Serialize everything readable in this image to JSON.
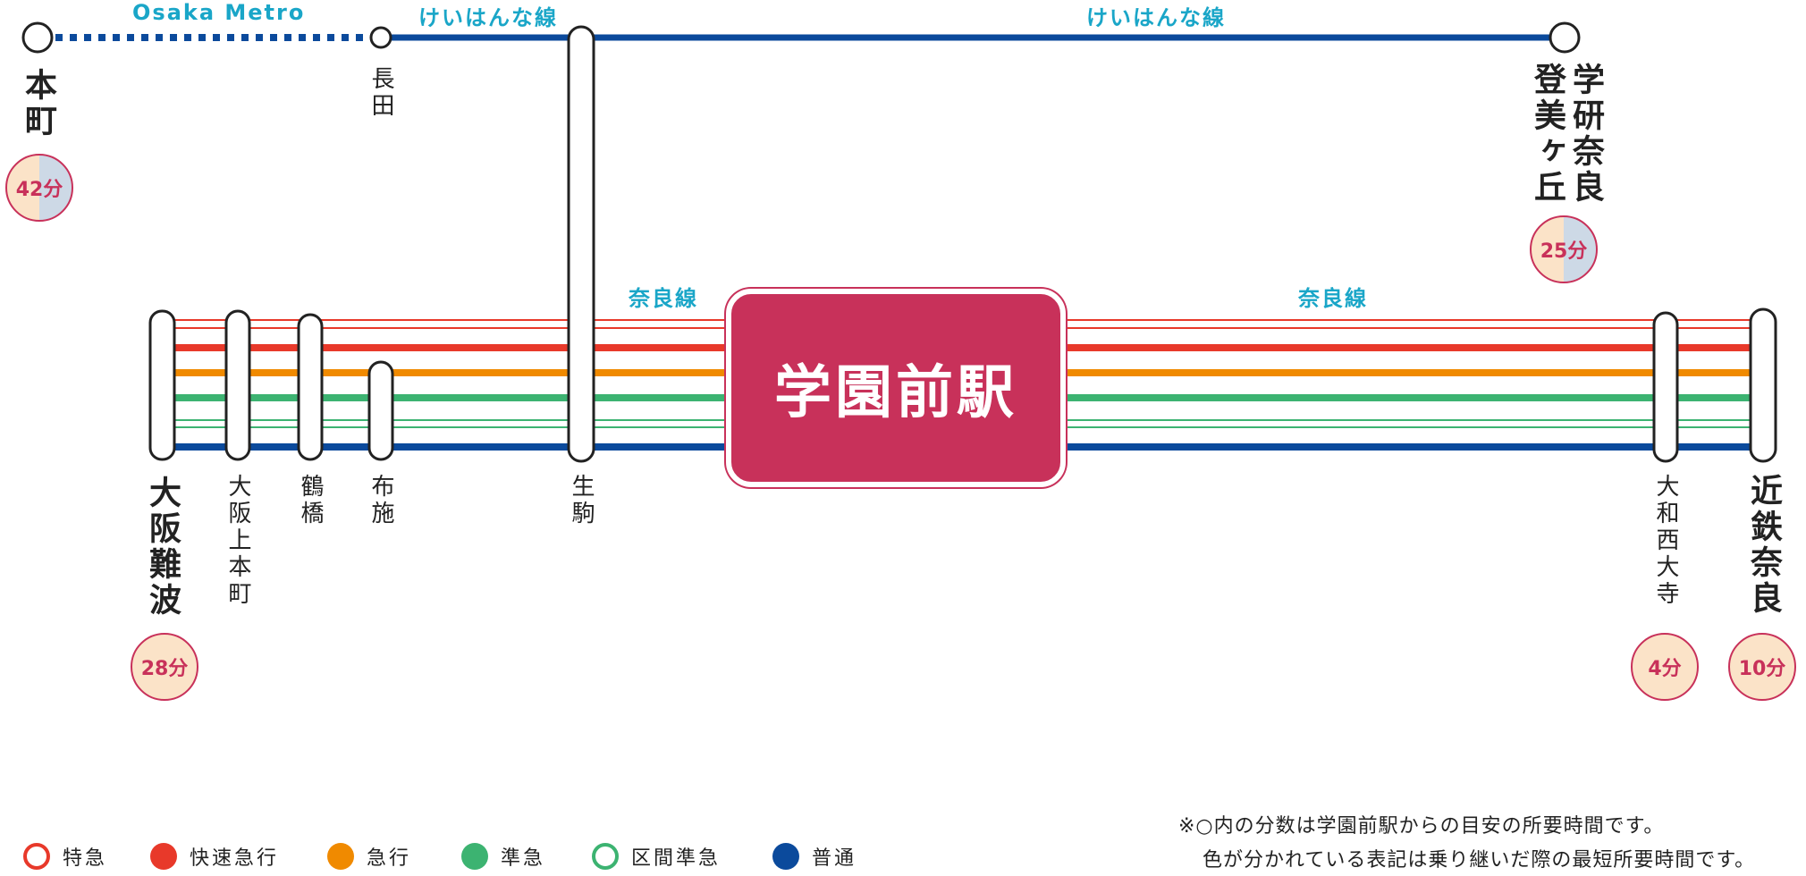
{
  "center_station": "学園前駅",
  "line_labels": {
    "osaka_metro": "Osaka Metro",
    "keihanna_left": "けいはんな線",
    "keihanna_right": "けいはんな線",
    "nara_left": "奈良線",
    "nara_right": "奈良線"
  },
  "stations": {
    "honmachi": "本町",
    "nagata": "長田",
    "gakken_nara_tomigaoka_line1": "学研奈良",
    "gakken_nara_tomigaoka_line2": "登美ヶ丘",
    "osaka_namba": "大阪難波",
    "osaka_uehommachi": "大阪上本町",
    "tsuruhashi": "鶴橋",
    "fuse": "布施",
    "ikoma": "生駒",
    "yamato_saidaiji": "大和西大寺",
    "kintetsu_nara": "近鉄奈良"
  },
  "times": {
    "honmachi": "42分",
    "gakken_nara_tomigaoka": "25分",
    "osaka_namba": "28分",
    "yamato_saidaiji": "4分",
    "kintetsu_nara": "10分"
  },
  "legend": [
    {
      "label": "特急",
      "color": "#e8392a",
      "style": "ring"
    },
    {
      "label": "快速急行",
      "color": "#e8392a",
      "style": "fill"
    },
    {
      "label": "急行",
      "color": "#f08a00",
      "style": "fill"
    },
    {
      "label": "準急",
      "color": "#3cb371",
      "style": "fill"
    },
    {
      "label": "区間準急",
      "color": "#3cb371",
      "style": "ring"
    },
    {
      "label": "普通",
      "color": "#0b4a9c",
      "style": "fill"
    }
  ],
  "notes": {
    "line1": "※○内の分数は学園前駅からの目安の所要時間です。",
    "line2": "色が分かれている表記は乗り継いだ際の最短所要時間です。"
  },
  "colors": {
    "center": "#c8315a",
    "keihanna": "#0b4a9c",
    "metro": "#0b4a9c",
    "line_label": "#1aa6c8",
    "time_bg": "#fbe3c8",
    "time_split": "#cdd9e6"
  }
}
